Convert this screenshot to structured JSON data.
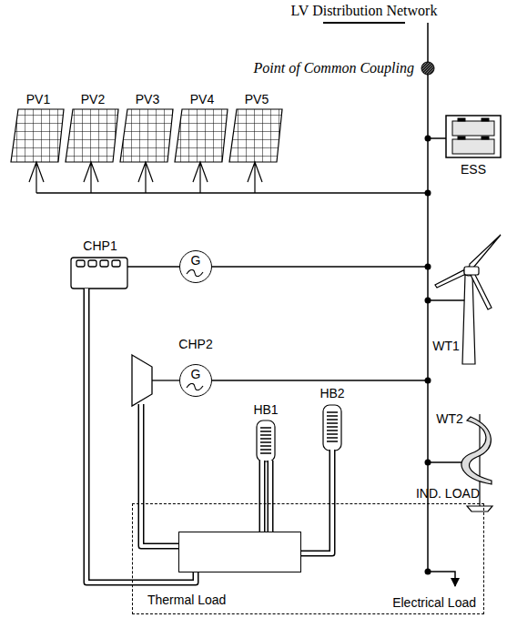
{
  "diagram": {
    "nodes": [
      {
        "text": [
          "G"
        ]
      },
      {
        "text": [
          "G"
        ]
      },
      {
        "text": [
          "IND. LOAD",
          "Electrical Load"
        ]
      },
      {
        "text": [
          "Thermal Load"
        ],
        "in": 2
      }
    ],
    "labels": [
      "LV Distribution Network",
      "Point of Common Coupling",
      "PV1",
      "PV2",
      "PV3",
      "PV4",
      "PV5",
      "ESS",
      "CHP1",
      "WT1",
      "CHP2",
      "WT2",
      "HB1",
      "HB2"
    ]
  }
}
